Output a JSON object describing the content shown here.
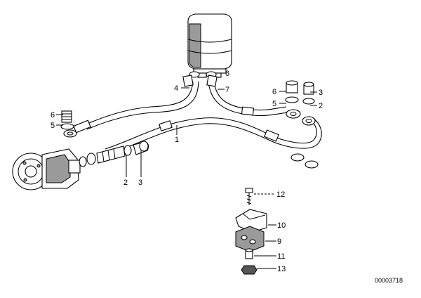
{
  "labels": {
    "l1": "1",
    "l2_pump": "2",
    "l3_pump": "3",
    "l4": "4",
    "l5_left": "5",
    "l5_right": "5",
    "l6_res": "6",
    "l6_left": "6",
    "l6_right": "6",
    "l7": "7",
    "l3_right": "3",
    "l2_right": "2",
    "l9": "9",
    "l10": "10",
    "l11": "11",
    "l12": "12",
    "l13": "13"
  },
  "diagram_code": "00003718"
}
